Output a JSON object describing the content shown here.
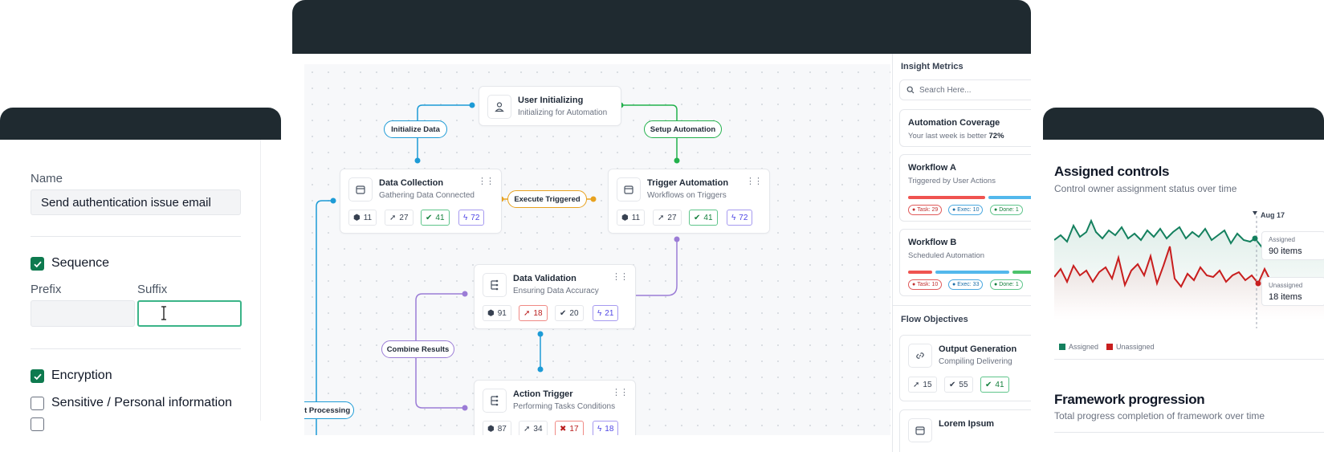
{
  "left_form": {
    "name_label": "Name",
    "name_value": "Send authentication issue email",
    "sequence_label": "Sequence",
    "prefix_label": "Prefix",
    "suffix_label": "Suffix",
    "prefix_value": "",
    "suffix_value": "",
    "encryption_label": "Encryption",
    "sensitive_label": "Sensitive / Personal information",
    "sequence_checked": true,
    "encryption_checked": true,
    "sensitive_checked": false
  },
  "workflow": {
    "nodes": {
      "user_init": {
        "title": "User Initializing",
        "subtitle": "Initializing for Automation"
      },
      "data_collection": {
        "title": "Data Collection",
        "subtitle": "Gathering Data Connected",
        "stats": [
          "11",
          "27",
          "41",
          "72"
        ]
      },
      "trigger_automation": {
        "title": "Trigger Automation",
        "subtitle": "Workflows on Triggers",
        "stats": [
          "11",
          "27",
          "41",
          "72"
        ]
      },
      "data_validation": {
        "title": "Data Validation",
        "subtitle": "Ensuring Data Accuracy",
        "stats": [
          "91",
          "18",
          "20",
          "21"
        ]
      },
      "action_trigger": {
        "title": "Action Trigger",
        "subtitle": "Performing Tasks Conditions",
        "stats": [
          "87",
          "34",
          "17",
          "18"
        ]
      }
    },
    "edges": {
      "initialize_data": "Initialize Data",
      "setup_automation": "Setup Automation",
      "execute_triggered": "Execute Triggered",
      "combine_results": "Combine Results",
      "ct_processing": "ct Processing"
    }
  },
  "sidebar": {
    "insight_metrics": "Insight Metrics",
    "search_placeholder": "Search Here...",
    "coverage": {
      "title": "Automation Coverage",
      "subtitle": "Your last week is better",
      "percent": "72%"
    },
    "workflow_a": {
      "title": "Workflow A",
      "subtitle": "Triggered by User Actions",
      "task": "Task: 29",
      "exec": "Exec: 10",
      "done": "Done: 1"
    },
    "workflow_b": {
      "title": "Workflow B",
      "subtitle": "Scheduled Automation",
      "task": "Task: 10",
      "exec": "Exec: 33",
      "done": "Done: 1"
    },
    "flow_objectives": "Flow Objectives",
    "output_generation": {
      "title": "Output Generation",
      "subtitle": "Compiling Delivering",
      "stats": [
        "15",
        "55",
        "41"
      ]
    },
    "lorem": {
      "title": "Lorem Ipsum"
    }
  },
  "assigned": {
    "title": "Assigned controls",
    "subtitle": "Control owner assignment status over time",
    "tooltip_date": "Aug 17",
    "assigned_label": "Assigned",
    "assigned_value": "90 items",
    "unassigned_label": "Unassigned",
    "unassigned_value": "18 items",
    "legend_assigned": "Assigned",
    "legend_unassigned": "Unassigned",
    "colors": {
      "assigned": "#14805e",
      "unassigned": "#c81e1e"
    }
  },
  "framework": {
    "title": "Framework progression",
    "subtitle": "Total progress completion of framework over time"
  }
}
